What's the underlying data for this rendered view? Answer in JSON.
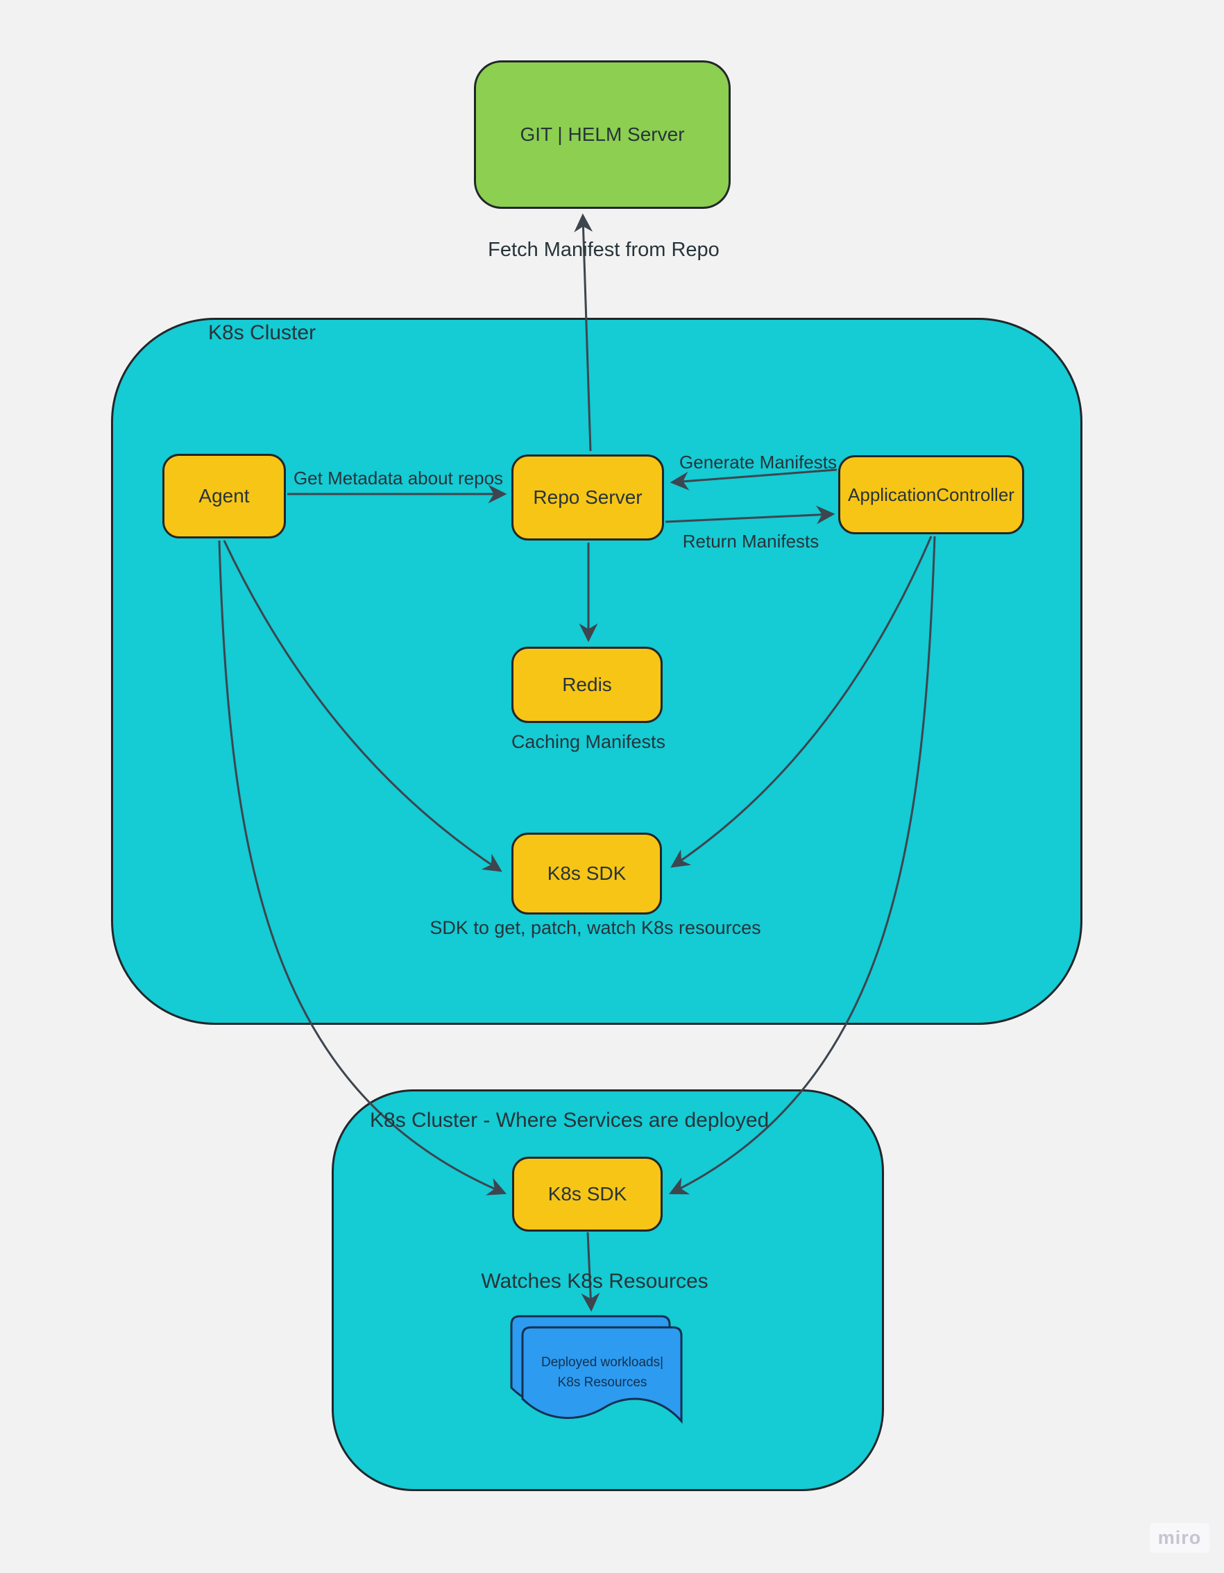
{
  "palette": {
    "bg": "#F2F2F2",
    "teal": "#15CBD4",
    "yellow": "#F7C516",
    "green": "#8CCF51",
    "blue": "#2D9BF0",
    "stroke": "#22262A",
    "arrow": "#3D454E",
    "text": "#273439",
    "docink": "#143150"
  },
  "clusters": {
    "c1": {
      "label": "K8s Cluster"
    },
    "c2": {
      "label": "K8s Cluster - Where Services are deployed"
    }
  },
  "nodes": {
    "git": {
      "label": "GIT | HELM Server"
    },
    "agent": {
      "label": "Agent"
    },
    "repo": {
      "label": "Repo Server"
    },
    "appctrl": {
      "label": "ApplicationController"
    },
    "redis": {
      "label": "Redis"
    },
    "sdk1": {
      "label": "K8s SDK"
    },
    "sdk2": {
      "label": "K8s SDK"
    },
    "doc": {
      "line1": "Deployed workloads|",
      "line2": "K8s Resources"
    }
  },
  "edges": [
    {
      "from": "Repo Server",
      "to": "GIT | HELM Server",
      "label": "Fetch Manifest from Repo"
    },
    {
      "from": "Agent",
      "to": "Repo Server",
      "label": "Get Metadata about repos"
    },
    {
      "from": "ApplicationController",
      "to": "Repo Server",
      "label": "Generate Manifests"
    },
    {
      "from": "Repo Server",
      "to": "ApplicationController",
      "label": "Return Manifests"
    },
    {
      "from": "Repo Server",
      "to": "Redis",
      "label": ""
    },
    {
      "from": "Agent",
      "to": "K8s SDK (K8s Cluster)",
      "label": ""
    },
    {
      "from": "ApplicationController",
      "to": "K8s SDK (K8s Cluster)",
      "label": ""
    },
    {
      "from": "Agent",
      "to": "K8s SDK (deploy cluster)",
      "label": ""
    },
    {
      "from": "ApplicationController",
      "to": "K8s SDK (deploy cluster)",
      "label": ""
    },
    {
      "from": "K8s SDK (deploy cluster)",
      "to": "Deployed workloads",
      "label": ""
    }
  ],
  "captions": {
    "redis": "Caching Manifests",
    "sdk1": "SDK to get, patch, watch K8s resources",
    "sdk2": "Watches K8s Resources"
  },
  "watermark": {
    "label": "miro"
  }
}
